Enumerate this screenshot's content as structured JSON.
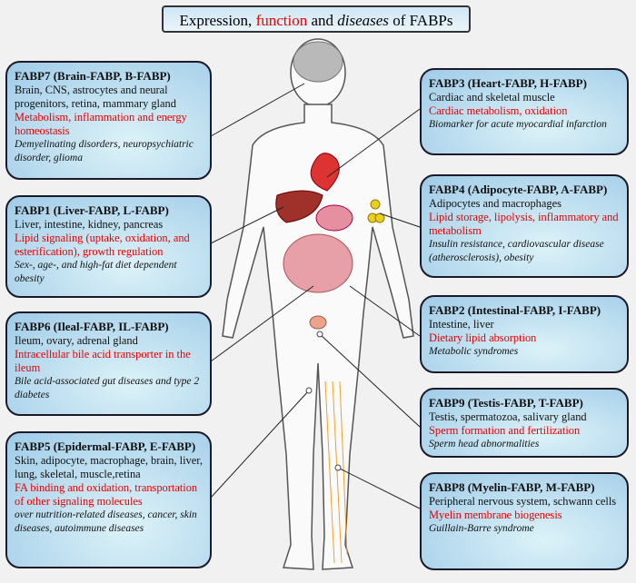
{
  "title": {
    "part1": "Expression, ",
    "part2": "function",
    "part3": " and ",
    "part4": "diseases",
    "part5": " of FABPs"
  },
  "boxes": [
    {
      "id": "fabp7",
      "heading": "FABP7 (Brain-FABP, B-FABP)",
      "expression": "Brain,  CNS, astrocytes and neural progenitors, retina, mammary gland",
      "function": "Metabolism, inflammation and energy homeostasis",
      "disease": "Demyelinating disorders, neuropsychiatric disorder,  glioma"
    },
    {
      "id": "fabp1",
      "heading": "FABP1 (Liver-FABP, L-FABP)",
      "expression": "Liver, intestine, kidney, pancreas",
      "function": "Lipid signaling (uptake, oxidation, and esterification), growth regulation",
      "disease": "Sex-, age-, and high-fat diet dependent obesity"
    },
    {
      "id": "fabp6",
      "heading": "FABP6 (Ileal-FABP, IL-FABP)",
      "expression": "Ileum, ovary, adrenal gland",
      "function": "Intracellular bile acid transporter in the ileum",
      "disease": "Bile acid-associated gut diseases and type 2 diabetes"
    },
    {
      "id": "fabp5",
      "heading": "FABP5 (Epidermal-FABP, E-FABP)",
      "expression": "Skin, adipocyte, macrophage, brain, liver, lung, skeletal, muscle,retina",
      "function": "FA binding and oxidation, transportation of other signaling molecules",
      "disease": "over nutrition-related diseases, cancer, skin diseases, autoimmune diseases"
    },
    {
      "id": "fabp3",
      "heading": "FABP3 (Heart-FABP, H-FABP)",
      "expression": "Cardiac and skeletal muscle",
      "function": "Cardiac metabolism, oxidation",
      "disease": "Biomarker for acute myocardial infarction"
    },
    {
      "id": "fabp4",
      "heading": "FABP4 (Adipocyte-FABP, A-FABP)",
      "expression": "Adipocytes and macrophages",
      "function": "Lipid storage, lipolysis, inflammatory and metabolism",
      "disease": "Insulin resistance, cardiovascular disease (atherosclerosis), obesity"
    },
    {
      "id": "fabp2",
      "heading": "FABP2 (Intestinal-FABP, I-FABP)",
      "expression": "Intestine, liver",
      "function": "Dietary lipid absorption",
      "disease": "Metabolic syndromes"
    },
    {
      "id": "fabp9",
      "heading": "FABP9 (Testis-FABP, T-FABP)",
      "expression": "Testis, spermatozoa, salivary gland",
      "function": "Sperm formation and fertilization",
      "disease": "Sperm head abnormalities"
    },
    {
      "id": "fabp8",
      "heading": "FABP8 (Myelin-FABP, M-FABP)",
      "expression": "Peripheral nervous system, schwann cells",
      "function": "Myelin membrane biogenesis",
      "disease": "Guillain-Barre syndrome"
    }
  ],
  "colors": {
    "function": "#e80000",
    "box_border": "#1a1a2a"
  }
}
